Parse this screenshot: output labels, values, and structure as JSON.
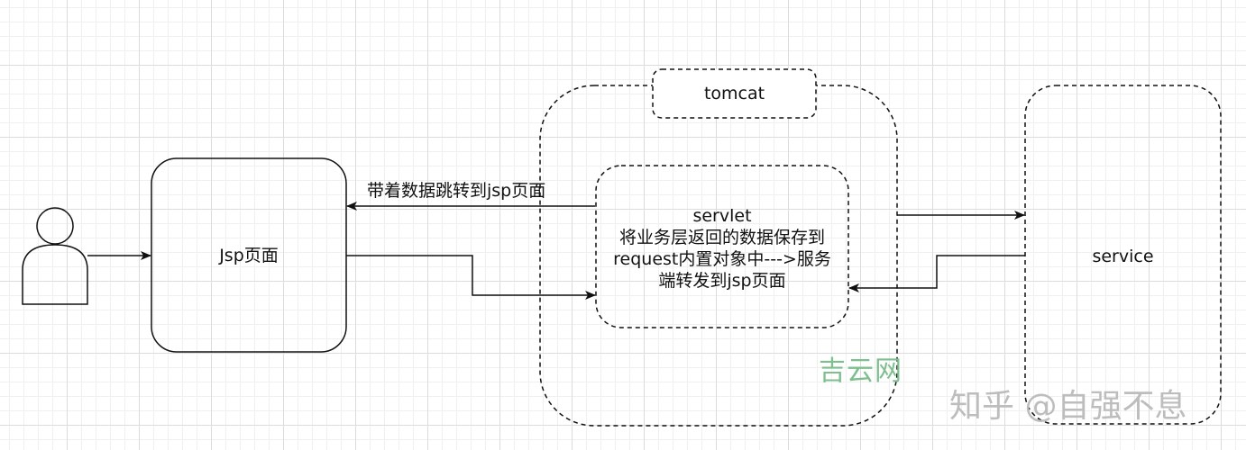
{
  "nodes": {
    "jsp_page": "Jsp页面",
    "tomcat": "tomcat",
    "servlet": {
      "lines": [
        "servlet",
        "将业务层返回的数据保存到",
        "request内置对象中--->服务",
        "端转发到jsp页面"
      ]
    },
    "service": "service"
  },
  "edges": {
    "servlet_to_jsp": "带着数据跳转到jsp页面"
  },
  "watermarks": {
    "jiyun": "吉云网",
    "zhihu": "知乎 @自强不息"
  },
  "colors": {
    "stroke": "#111111",
    "grid": "#dcdcdc",
    "watermark_green": "#7dbf8e",
    "watermark_gray": "#bdbdbd"
  }
}
